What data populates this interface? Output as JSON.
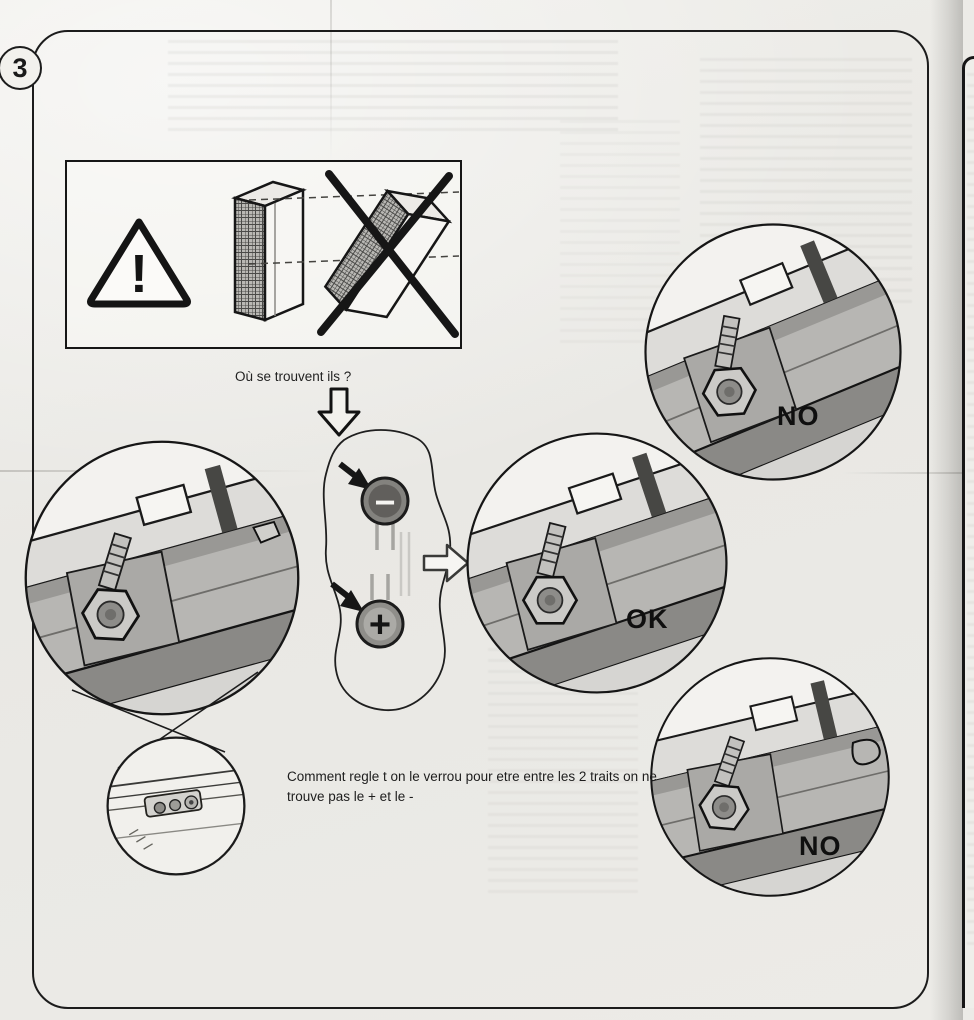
{
  "page": {
    "step_number": "3",
    "question_label": "Où se trouvent ils ?",
    "annotation": "Comment regle t on le verrou pour etre entre les 2 traits on ne trouve pas le + et le -",
    "warning_glyph": "!",
    "symbols": {
      "minus": "−",
      "plus": "+"
    },
    "labels": {
      "no_top": "NO",
      "ok": "OK",
      "no_bottom": "NO"
    },
    "colors": {
      "paper": "#eae9e5",
      "ink": "#1a1a1a"
    },
    "icons": {
      "warning": "triangle-exclamation",
      "crossed_out": "x-cross",
      "locate": "block-arrow-down",
      "result": "block-arrow-right"
    }
  }
}
